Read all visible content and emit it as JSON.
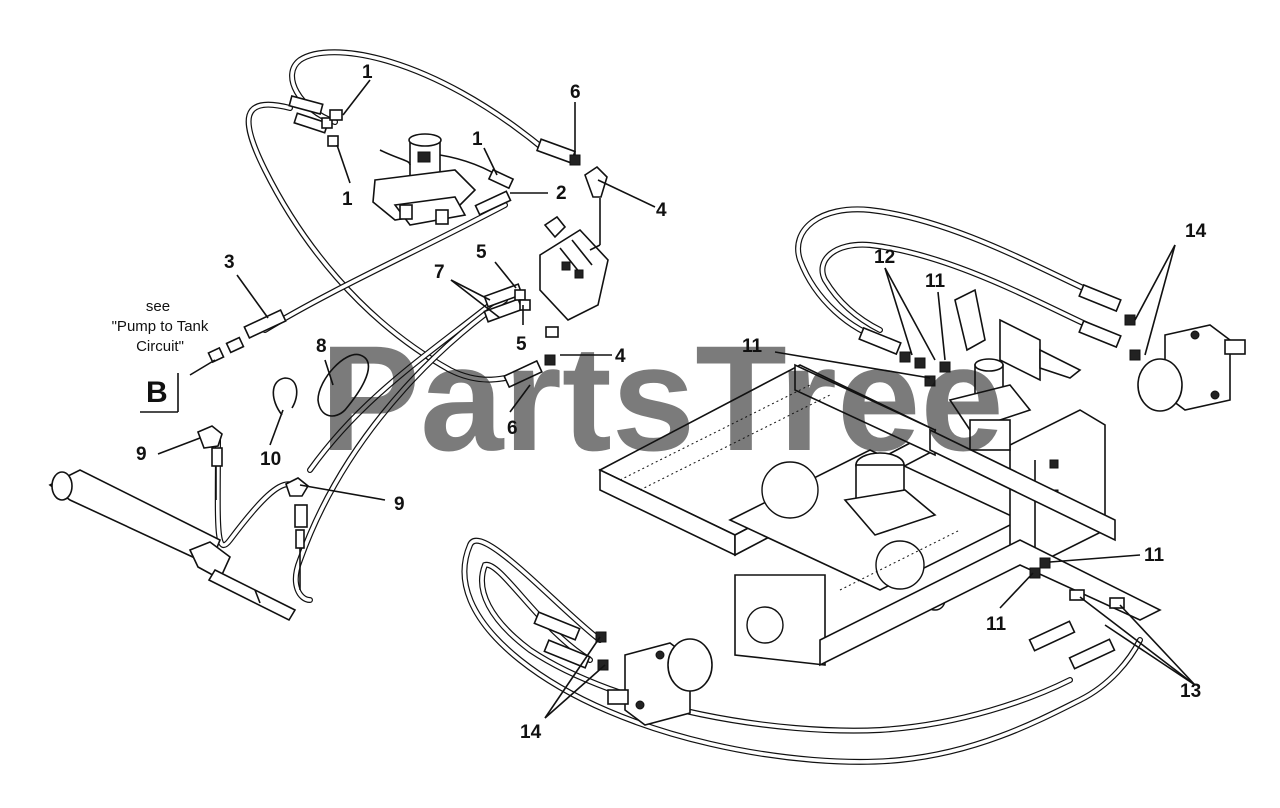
{
  "watermark": "PartsTree",
  "note": {
    "line1": "see",
    "line2": "\"Pump to Tank",
    "line3": "Circuit\""
  },
  "section_letter": "B",
  "callouts": [
    {
      "id": "c1a",
      "label": "1"
    },
    {
      "id": "c1b",
      "label": "1"
    },
    {
      "id": "c1c",
      "label": "1"
    },
    {
      "id": "c2",
      "label": "2"
    },
    {
      "id": "c3",
      "label": "3"
    },
    {
      "id": "c4a",
      "label": "4"
    },
    {
      "id": "c4b",
      "label": "4"
    },
    {
      "id": "c5a",
      "label": "5"
    },
    {
      "id": "c5b",
      "label": "5"
    },
    {
      "id": "c6a",
      "label": "6"
    },
    {
      "id": "c6b",
      "label": "6"
    },
    {
      "id": "c7",
      "label": "7"
    },
    {
      "id": "c8",
      "label": "8"
    },
    {
      "id": "c9a",
      "label": "9"
    },
    {
      "id": "c9b",
      "label": "9"
    },
    {
      "id": "c10",
      "label": "10"
    },
    {
      "id": "c11a",
      "label": "11"
    },
    {
      "id": "c11b",
      "label": "11"
    },
    {
      "id": "c11c",
      "label": "11"
    },
    {
      "id": "c11d",
      "label": "11"
    },
    {
      "id": "c12",
      "label": "12"
    },
    {
      "id": "c13",
      "label": "13"
    },
    {
      "id": "c14a",
      "label": "14"
    },
    {
      "id": "c14b",
      "label": "14"
    }
  ]
}
